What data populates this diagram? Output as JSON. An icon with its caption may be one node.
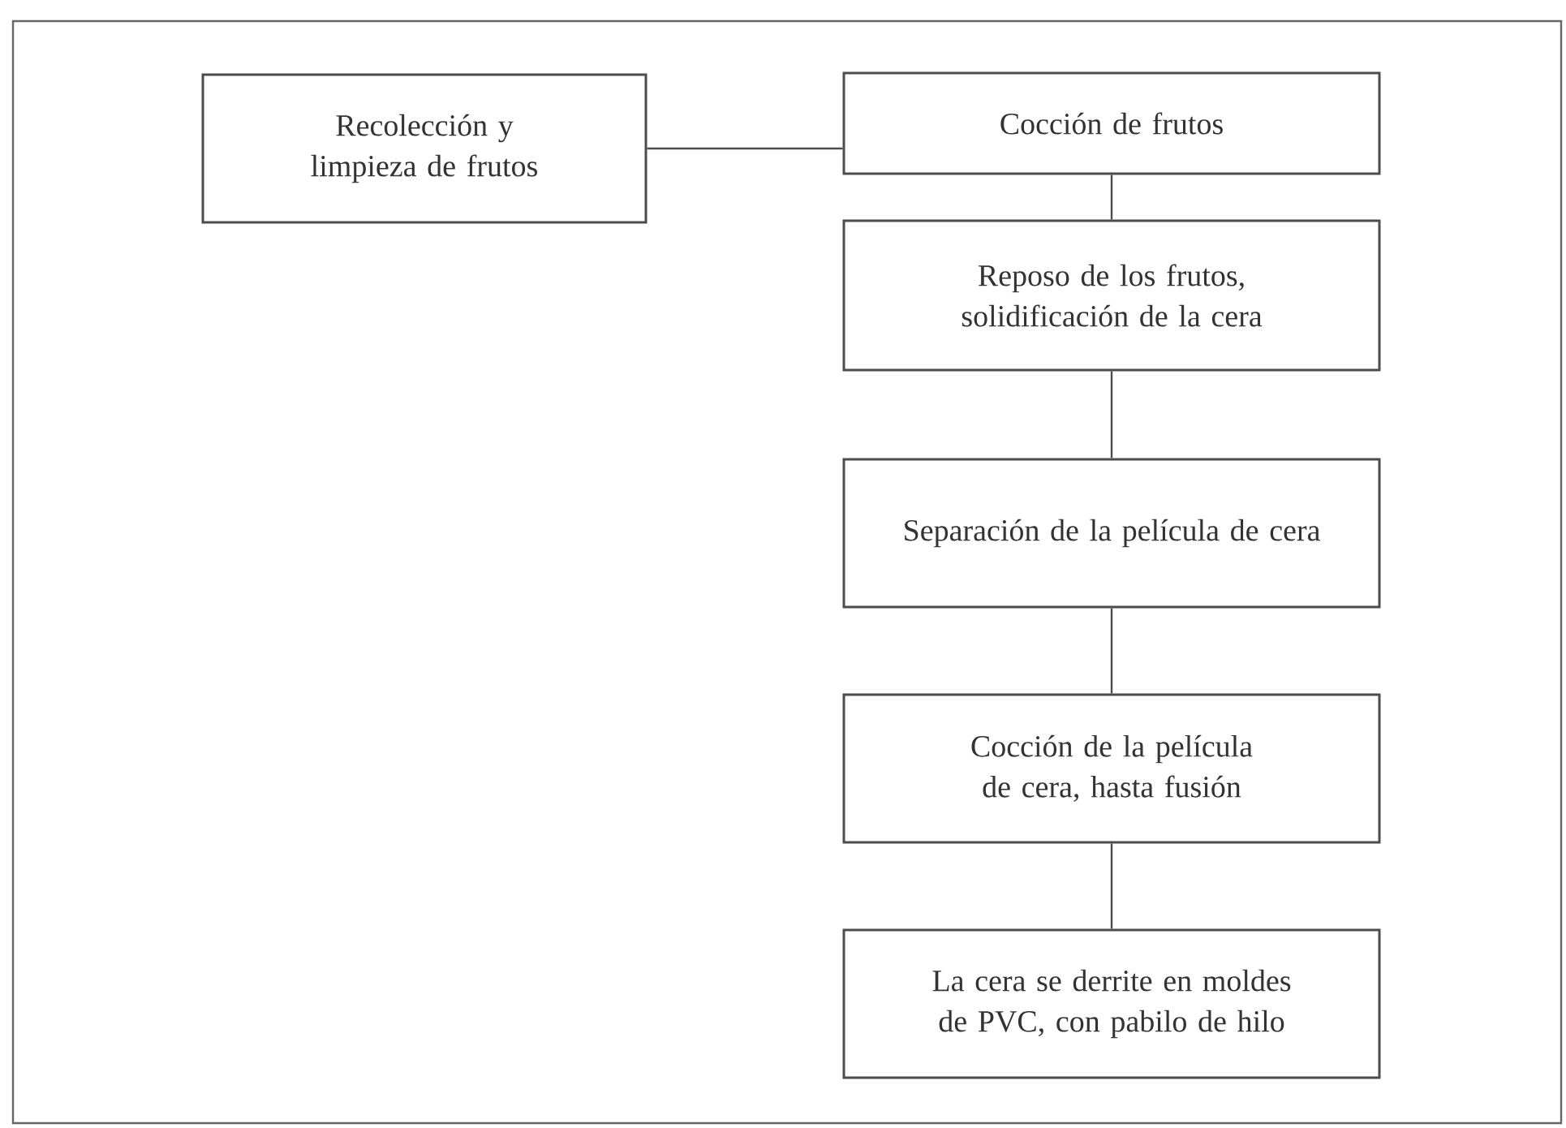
{
  "diagram": {
    "nodes": [
      {
        "text": [
          "Recolección y limpieza de frutos"
        ]
      },
      {
        "text": [
          "Cocción de frutos"
        ]
      },
      {
        "text": [
          "Reposo de los frutos, solidificación de la cera"
        ]
      },
      {
        "text": [
          "Separación de la película de cera"
        ]
      },
      {
        "text": [
          "Cocción de la película de cera, hasta fusión"
        ]
      },
      {
        "text": [
          "La cera se derrite en moldes de PVC, con pabilo de hilo"
        ]
      }
    ],
    "edges": [
      {
        "from": 0,
        "to": 1,
        "arrow": "none"
      },
      {
        "from": 1,
        "to": 2,
        "arrow": "none"
      },
      {
        "from": 2,
        "to": 3,
        "arrow": "none"
      },
      {
        "from": 3,
        "to": 4,
        "arrow": "none"
      },
      {
        "from": 4,
        "to": 5,
        "arrow": "none"
      }
    ]
  }
}
